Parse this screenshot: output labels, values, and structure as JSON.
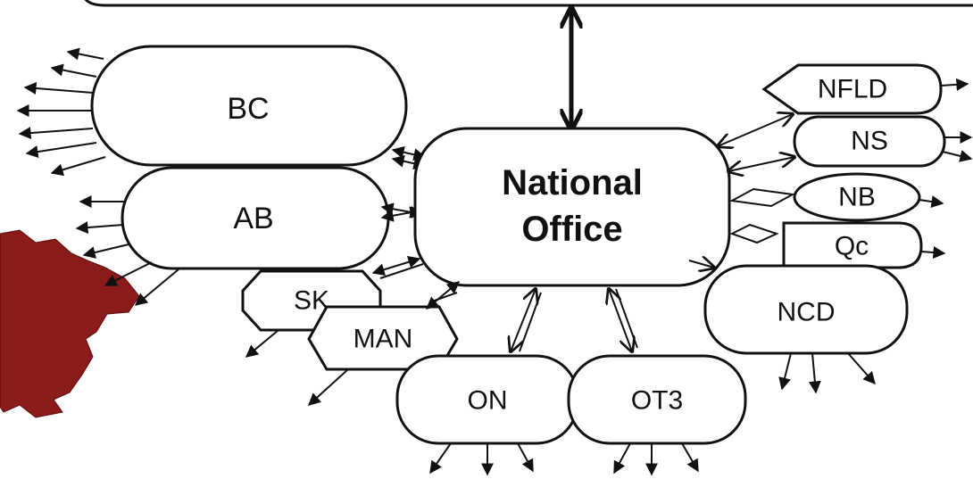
{
  "national_office": {
    "line1": "National",
    "line2": "Office"
  },
  "regions": {
    "bc": "BC",
    "ab": "AB",
    "sk": "SK",
    "man": "MAN",
    "on": "ON",
    "ot3": "OT3",
    "nfld": "NFLD",
    "ns": "NS",
    "nb": "NB",
    "qc": "Qc",
    "ncd": "NCD"
  },
  "colors": {
    "map_fill": "#8b1a1a",
    "stroke": "#111111"
  }
}
